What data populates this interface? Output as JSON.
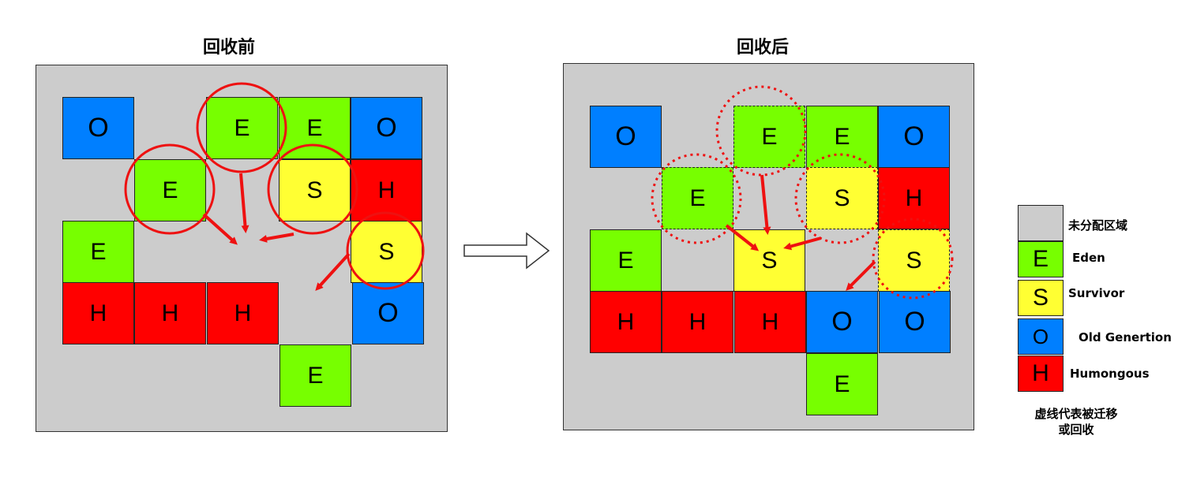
{
  "before": {
    "title": "回收前",
    "cells": [
      {
        "type": "O",
        "label": "O"
      },
      {
        "type": "E",
        "label": "E"
      },
      {
        "type": "E",
        "label": "E"
      },
      {
        "type": "O",
        "label": "O"
      },
      {
        "type": "E",
        "label": "E"
      },
      {
        "type": "S",
        "label": "S"
      },
      {
        "type": "H",
        "label": "H"
      },
      {
        "type": "E",
        "label": "E"
      },
      {
        "type": "S",
        "label": "S"
      },
      {
        "type": "H",
        "label": "H"
      },
      {
        "type": "H",
        "label": "H"
      },
      {
        "type": "H",
        "label": "H"
      },
      {
        "type": "O",
        "label": "O"
      },
      {
        "type": "E",
        "label": "E"
      }
    ]
  },
  "after": {
    "title": "回收后",
    "cells": [
      {
        "type": "O",
        "label": "O"
      },
      {
        "type": "E",
        "label": "E",
        "migrated": true
      },
      {
        "type": "E",
        "label": "E"
      },
      {
        "type": "O",
        "label": "O"
      },
      {
        "type": "E",
        "label": "E",
        "migrated": true
      },
      {
        "type": "S",
        "label": "S",
        "migrated": true
      },
      {
        "type": "H",
        "label": "H"
      },
      {
        "type": "E",
        "label": "E"
      },
      {
        "type": "S",
        "label": "S"
      },
      {
        "type": "S",
        "label": "S",
        "migrated": true
      },
      {
        "type": "H",
        "label": "H"
      },
      {
        "type": "H",
        "label": "H"
      },
      {
        "type": "H",
        "label": "H"
      },
      {
        "type": "O",
        "label": "O"
      },
      {
        "type": "O",
        "label": "O"
      },
      {
        "type": "E",
        "label": "E"
      }
    ]
  },
  "colors": {
    "O": "#007fff",
    "E": "#77ff00",
    "S": "#ffff33",
    "H": "#ff0000",
    "unallocated": "#cccccc",
    "arrow": "#ee1111"
  },
  "legend": {
    "items": [
      {
        "type": "unallocated",
        "symbol": "",
        "label": "未分配区域"
      },
      {
        "type": "E",
        "symbol": "E",
        "label": "Eden"
      },
      {
        "type": "S",
        "symbol": "S",
        "label": "Survivor"
      },
      {
        "type": "O",
        "symbol": "O",
        "label": "Old Genertion"
      },
      {
        "type": "H",
        "symbol": "H",
        "label": "Humongous"
      }
    ],
    "note_line1": "虚线代表被迁移",
    "note_line2": "或回收"
  }
}
